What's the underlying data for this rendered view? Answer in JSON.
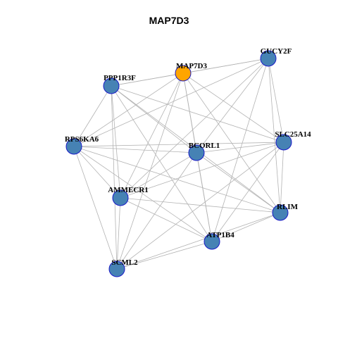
{
  "title": "MAP7D3",
  "colors": {
    "center_node": "#ffa500",
    "neighbor_node": "#4682b4",
    "node_border": "#1a1ac8",
    "edge": "#b3b3b3"
  },
  "nodes": [
    {
      "id": "MAP7D3",
      "role": "center"
    },
    {
      "id": "GUCY2F",
      "role": "neighbor"
    },
    {
      "id": "PPP1R3F",
      "role": "neighbor"
    },
    {
      "id": "SLC25A14",
      "role": "neighbor"
    },
    {
      "id": "RPS6KA6",
      "role": "neighbor"
    },
    {
      "id": "BCORL1",
      "role": "neighbor"
    },
    {
      "id": "AMMECR1",
      "role": "neighbor"
    },
    {
      "id": "RLIM",
      "role": "neighbor"
    },
    {
      "id": "ATP1B4",
      "role": "neighbor"
    },
    {
      "id": "SCML2",
      "role": "neighbor"
    }
  ],
  "edges": [
    [
      "MAP7D3",
      "GUCY2F"
    ],
    [
      "MAP7D3",
      "PPP1R3F"
    ],
    [
      "MAP7D3",
      "SLC25A14"
    ],
    [
      "MAP7D3",
      "RPS6KA6"
    ],
    [
      "MAP7D3",
      "BCORL1"
    ],
    [
      "MAP7D3",
      "AMMECR1"
    ],
    [
      "MAP7D3",
      "RLIM"
    ],
    [
      "MAP7D3",
      "ATP1B4"
    ],
    [
      "MAP7D3",
      "SCML2"
    ],
    [
      "GUCY2F",
      "PPP1R3F"
    ],
    [
      "GUCY2F",
      "SLC25A14"
    ],
    [
      "GUCY2F",
      "RPS6KA6"
    ],
    [
      "GUCY2F",
      "BCORL1"
    ],
    [
      "GUCY2F",
      "AMMECR1"
    ],
    [
      "GUCY2F",
      "RLIM"
    ],
    [
      "GUCY2F",
      "ATP1B4"
    ],
    [
      "PPP1R3F",
      "RPS6KA6"
    ],
    [
      "PPP1R3F",
      "BCORL1"
    ],
    [
      "PPP1R3F",
      "AMMECR1"
    ],
    [
      "PPP1R3F",
      "RLIM"
    ],
    [
      "PPP1R3F",
      "ATP1B4"
    ],
    [
      "PPP1R3F",
      "SCML2"
    ],
    [
      "PPP1R3F",
      "SLC25A14"
    ],
    [
      "RPS6KA6",
      "SLC25A14"
    ],
    [
      "RPS6KA6",
      "BCORL1"
    ],
    [
      "RPS6KA6",
      "AMMECR1"
    ],
    [
      "RPS6KA6",
      "RLIM"
    ],
    [
      "RPS6KA6",
      "ATP1B4"
    ],
    [
      "RPS6KA6",
      "SCML2"
    ],
    [
      "SLC25A14",
      "BCORL1"
    ],
    [
      "SLC25A14",
      "AMMECR1"
    ],
    [
      "SLC25A14",
      "RLIM"
    ],
    [
      "SLC25A14",
      "ATP1B4"
    ],
    [
      "SLC25A14",
      "SCML2"
    ],
    [
      "BCORL1",
      "AMMECR1"
    ],
    [
      "BCORL1",
      "RLIM"
    ],
    [
      "BCORL1",
      "ATP1B4"
    ],
    [
      "BCORL1",
      "SCML2"
    ],
    [
      "AMMECR1",
      "RLIM"
    ],
    [
      "AMMECR1",
      "ATP1B4"
    ],
    [
      "AMMECR1",
      "SCML2"
    ],
    [
      "RLIM",
      "ATP1B4"
    ],
    [
      "RLIM",
      "SCML2"
    ],
    [
      "ATP1B4",
      "SCML2"
    ]
  ]
}
